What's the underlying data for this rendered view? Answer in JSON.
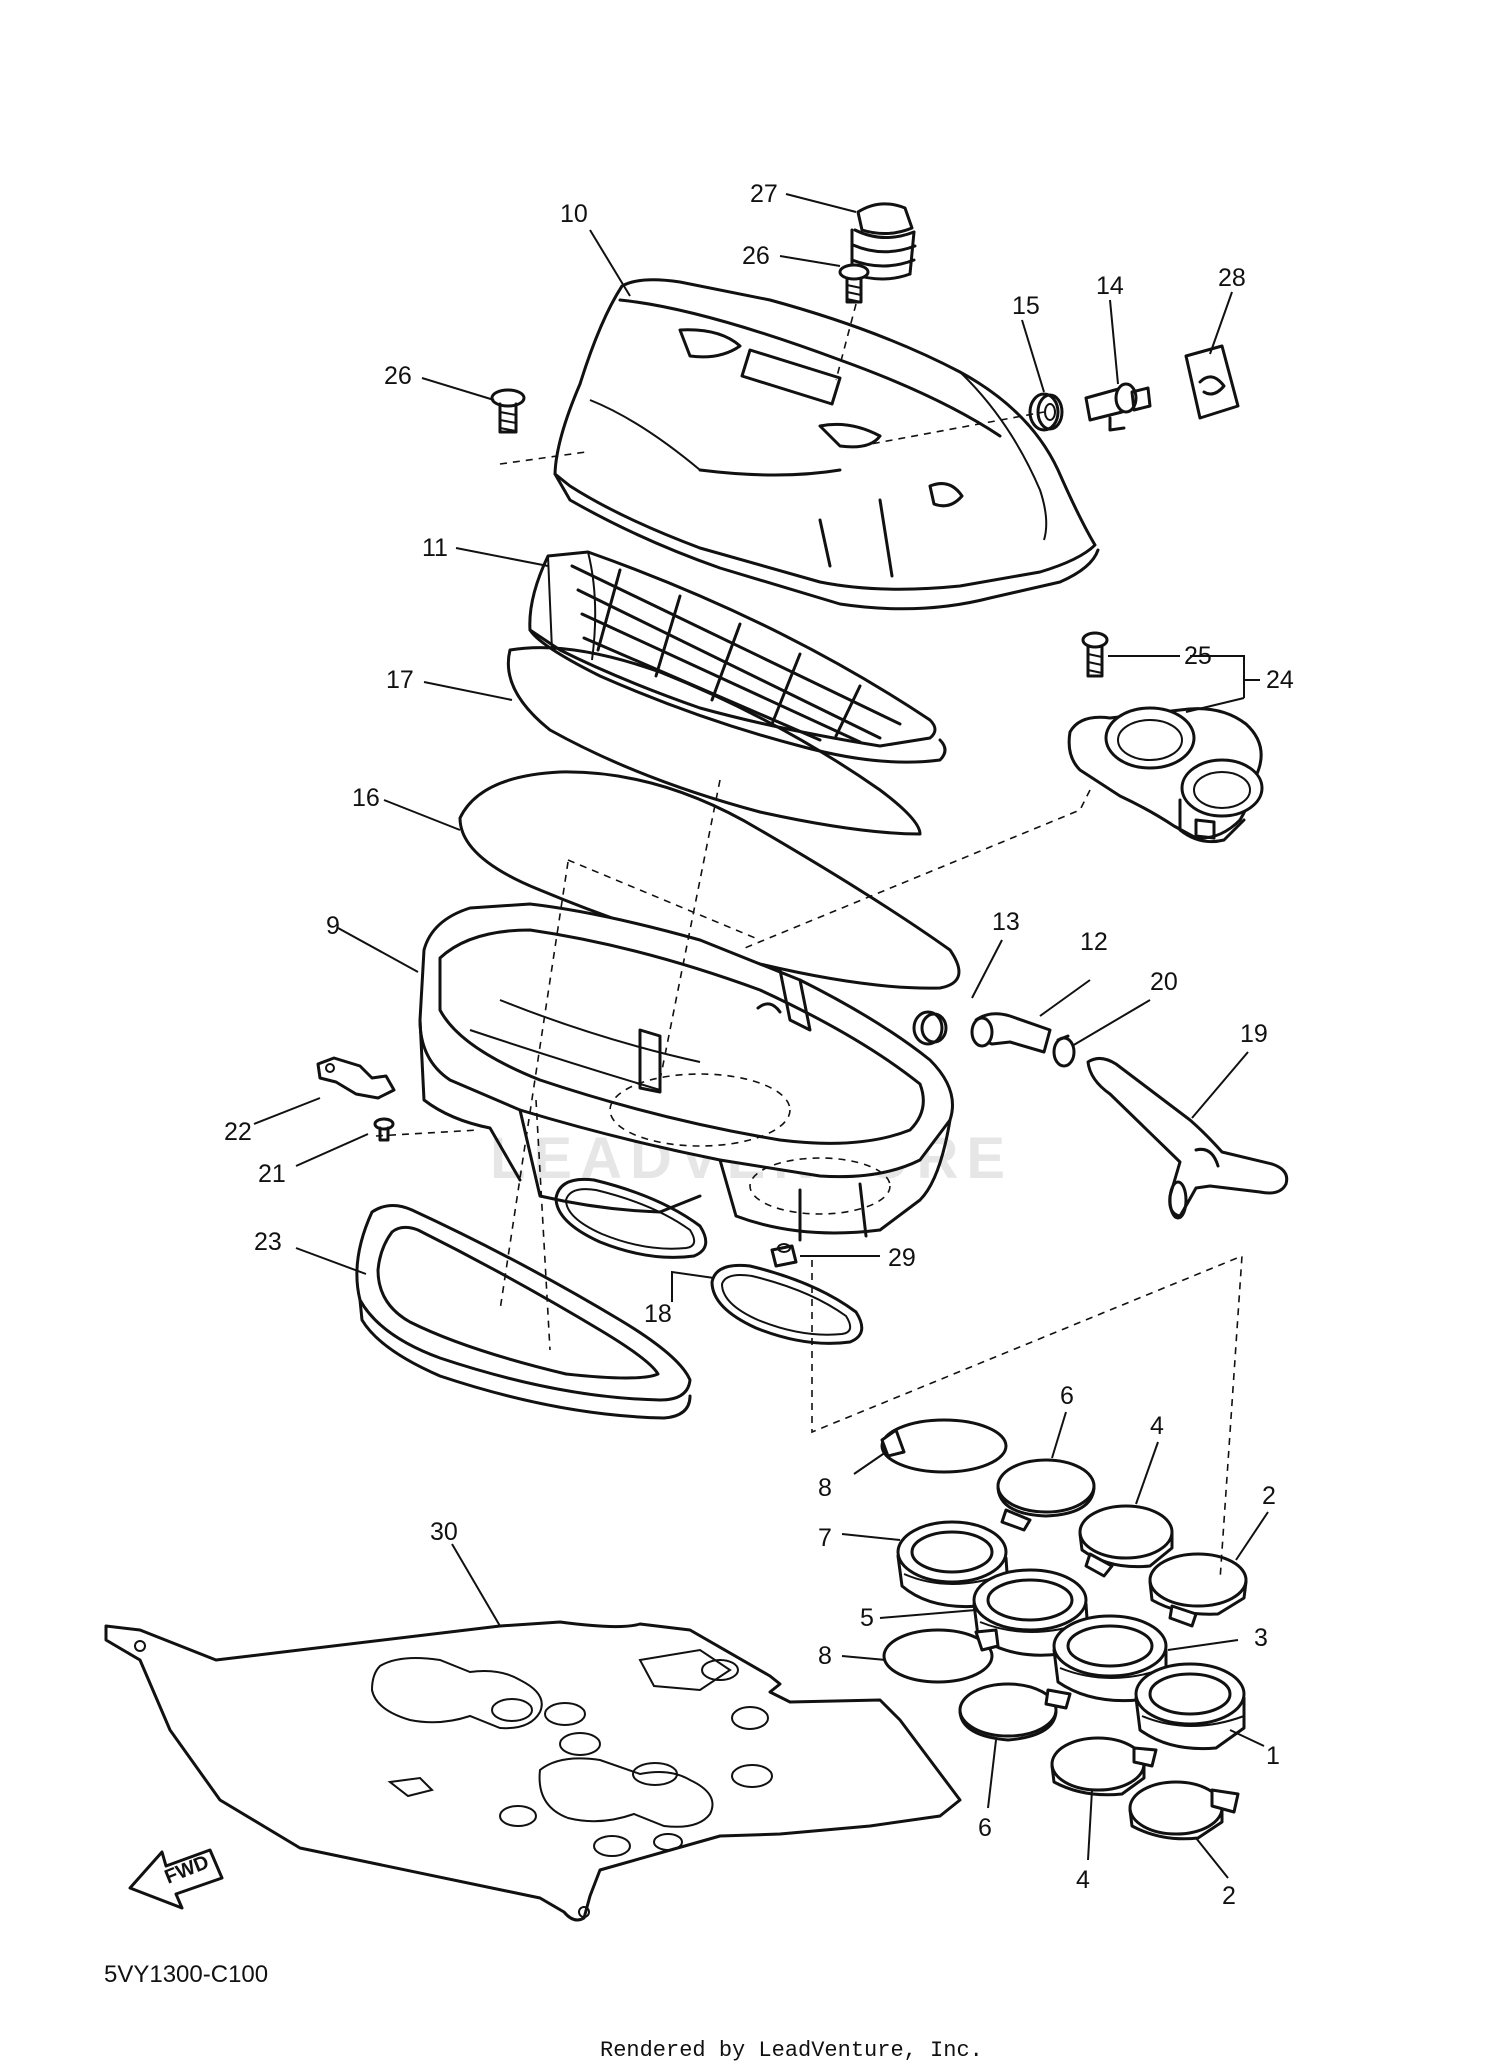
{
  "diagram": {
    "code": "5VY1300-C100",
    "credit": "Rendered by LeadVenture, Inc.",
    "watermark": "LEADVENTURE",
    "fwd_label": "FWD",
    "callouts": [
      {
        "id": "c27",
        "label": "27"
      },
      {
        "id": "c10",
        "label": "10"
      },
      {
        "id": "c26a",
        "label": "26"
      },
      {
        "id": "c26b",
        "label": "26"
      },
      {
        "id": "c15",
        "label": "15"
      },
      {
        "id": "c14",
        "label": "14"
      },
      {
        "id": "c28",
        "label": "28"
      },
      {
        "id": "c11",
        "label": "11"
      },
      {
        "id": "c25",
        "label": "25"
      },
      {
        "id": "c24",
        "label": "24"
      },
      {
        "id": "c17",
        "label": "17"
      },
      {
        "id": "c16",
        "label": "16"
      },
      {
        "id": "c13",
        "label": "13"
      },
      {
        "id": "c12",
        "label": "12"
      },
      {
        "id": "c20",
        "label": "20"
      },
      {
        "id": "c9",
        "label": "9"
      },
      {
        "id": "c19",
        "label": "19"
      },
      {
        "id": "c22",
        "label": "22"
      },
      {
        "id": "c21",
        "label": "21"
      },
      {
        "id": "c29",
        "label": "29"
      },
      {
        "id": "c23",
        "label": "23"
      },
      {
        "id": "c18",
        "label": "18"
      },
      {
        "id": "c6a",
        "label": "6"
      },
      {
        "id": "c8a",
        "label": "8"
      },
      {
        "id": "c4a",
        "label": "4"
      },
      {
        "id": "c2a",
        "label": "2"
      },
      {
        "id": "c7",
        "label": "7"
      },
      {
        "id": "c30",
        "label": "30"
      },
      {
        "id": "c5",
        "label": "5"
      },
      {
        "id": "c3",
        "label": "3"
      },
      {
        "id": "c8b",
        "label": "8"
      },
      {
        "id": "c1",
        "label": "1"
      },
      {
        "id": "c6b",
        "label": "6"
      },
      {
        "id": "c4b",
        "label": "4"
      },
      {
        "id": "c2b",
        "label": "2"
      }
    ]
  }
}
